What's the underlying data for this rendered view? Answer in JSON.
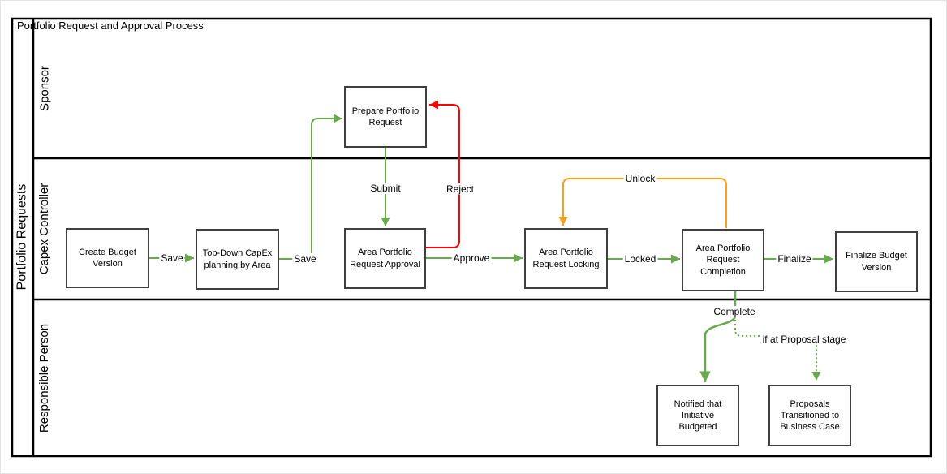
{
  "diagram": {
    "title": "Portfolio Request and Approval Process",
    "pool": {
      "label": "Portfolio Requests"
    },
    "lanes": [
      {
        "label": "Sponsor"
      },
      {
        "label": "Capex Controller"
      },
      {
        "label": "Responsible Person"
      }
    ],
    "nodes": [
      {
        "id": "create-budget-version",
        "label": "Create Budget Version",
        "lane": "Capex Controller"
      },
      {
        "id": "top-down-capex-planning",
        "label": "Top-Down CapEx planning by Area",
        "lane": "Capex Controller"
      },
      {
        "id": "prepare-portfolio-request",
        "label": "Prepare Portfolio Request",
        "lane": "Sponsor"
      },
      {
        "id": "area-portfolio-request-approval",
        "label": "Area Portfolio Request Approval",
        "lane": "Capex Controller"
      },
      {
        "id": "area-portfolio-request-locking",
        "label": "Area Portfolio Request Locking",
        "lane": "Capex Controller"
      },
      {
        "id": "area-portfolio-request-completion",
        "label": "Area Portfolio Request Completion",
        "lane": "Capex Controller"
      },
      {
        "id": "finalize-budget-version",
        "label": "Finalize Budget Version",
        "lane": "Capex Controller"
      },
      {
        "id": "notified-that-initiative-budgeted",
        "label": "Notified that Initiative Budgeted",
        "lane": "Responsible Person"
      },
      {
        "id": "proposals-transitioned-to-business-case",
        "label": "Proposals Transitioned to Business Case",
        "lane": "Responsible Person"
      }
    ],
    "edges": [
      {
        "label": "Save",
        "from": "create-budget-version",
        "to": "top-down-capex-planning",
        "style": "solid",
        "color_name": "green"
      },
      {
        "label": "Save",
        "from": "top-down-capex-planning",
        "to": "prepare-portfolio-request",
        "style": "solid",
        "color_name": "green"
      },
      {
        "label": "Submit",
        "from": "prepare-portfolio-request",
        "to": "area-portfolio-request-approval",
        "style": "solid",
        "color_name": "green"
      },
      {
        "label": "Reject",
        "from": "area-portfolio-request-approval",
        "to": "prepare-portfolio-request",
        "style": "solid",
        "color_name": "red"
      },
      {
        "label": "Approve",
        "from": "area-portfolio-request-approval",
        "to": "area-portfolio-request-locking",
        "style": "solid",
        "color_name": "green"
      },
      {
        "label": "Locked",
        "from": "area-portfolio-request-locking",
        "to": "area-portfolio-request-completion",
        "style": "solid",
        "color_name": "green"
      },
      {
        "label": "Unlock",
        "from": "area-portfolio-request-completion",
        "to": "area-portfolio-request-locking",
        "style": "solid",
        "color_name": "orange"
      },
      {
        "label": "Finalize",
        "from": "area-portfolio-request-completion",
        "to": "finalize-budget-version",
        "style": "solid",
        "color_name": "green"
      },
      {
        "label": "Complete",
        "from": "area-portfolio-request-completion",
        "to": "notified-that-initiative-budgeted",
        "style": "solid",
        "color_name": "green"
      },
      {
        "label": "if at Proposal stage",
        "from": "area-portfolio-request-completion",
        "to": "proposals-transitioned-to-business-case",
        "style": "dotted",
        "color_name": "green"
      }
    ],
    "colors": {
      "green": "#6aa84f",
      "red": "#ff0000",
      "orange": "#f7a01d",
      "line": "#000000",
      "node_border": "#3f3f3f"
    }
  }
}
